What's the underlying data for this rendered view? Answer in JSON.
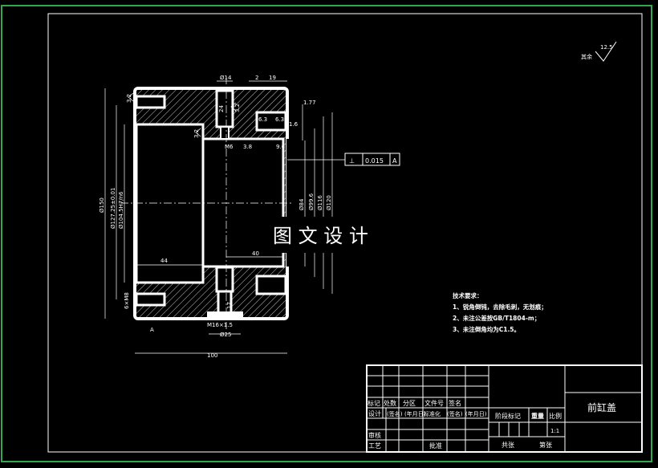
{
  "title_block": {
    "part_name": "前缸盖",
    "scale": "1:1",
    "headers_row": [
      "标记",
      "处数",
      "分区",
      "文件号",
      "签名"
    ],
    "design_row": [
      "设计",
      "(签名)",
      "(年月日)",
      "标准化",
      "(签名)",
      "(年月日)"
    ],
    "review": "审核",
    "process": "工艺",
    "approve": "批准",
    "stage_mark": "阶段标记",
    "weight": "重量",
    "ratio": "比例",
    "total_sheets": "共张",
    "sheet_no": "第张"
  },
  "tech_requirements": {
    "title": "技术要求：",
    "items": [
      "1、锐角倒钝，去除毛刺，无划痕；",
      "2、未注公差按GB/T1804-m；",
      "3、未注倒角均为C1.5。"
    ]
  },
  "roughness_note": {
    "value": "12.5",
    "label": "其余"
  },
  "tolerance_frame": {
    "symbol": "⊥",
    "value": "0.015",
    "datum": "A"
  },
  "watermark": "图 文 设 计",
  "dimensions": {
    "d14": "Ø14",
    "w2": "2",
    "w19": "19",
    "r177": "1.77",
    "r63a": "6.3",
    "r63b": "6.3",
    "r16": "1.6",
    "r32a": "3.2",
    "r32b": "3.2",
    "r32c": "3.2",
    "h24": "24",
    "m6": "M6",
    "d38": "3.8",
    "d96": "9.6",
    "d150": "Ø150",
    "d127": "Ø127.25±0.01",
    "d104": "Ø104.5H7/n6",
    "d84": "Ø84",
    "d996": "Ø99.6",
    "d116": "Ø116",
    "d120": "Ø120",
    "w44": "44",
    "w40": "40",
    "m8": "6×M8",
    "h17": "17",
    "m16": "M16×1.5",
    "d25": "Ø25",
    "w100": "100",
    "datum": "A"
  },
  "colors": {
    "background": "#000000",
    "lines": "#ffffff",
    "outer_border": "#2fa84f"
  }
}
